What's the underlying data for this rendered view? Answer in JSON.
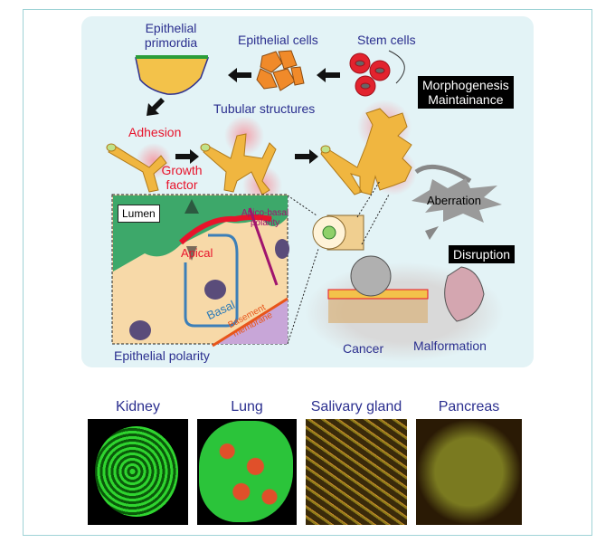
{
  "diagram": {
    "labels": {
      "epithelial_primordia": [
        "Epithelial",
        "primordia"
      ],
      "epithelial_cells": "Epithelial cells",
      "stem_cells": "Stem cells",
      "morphogenesis": [
        "Morphogenesis",
        "Maintainance"
      ],
      "tubular_structures": "Tubular structures",
      "adhesion": "Adhesion",
      "growth_factor": [
        "Growth",
        "factor"
      ],
      "lumen": "Lumen",
      "apical": "Apical",
      "basal": "Basal",
      "apico_basal_polarity": [
        "Apico-basal",
        "polarity"
      ],
      "basement_membrane": [
        "Basement",
        "membrane"
      ],
      "epithelial_polarity": "Epithelial polarity",
      "aberration": "Aberration",
      "disruption": "Disruption",
      "cancer": "Cancer",
      "malformation": "Malformation"
    }
  },
  "micrographs": [
    {
      "label": "Kidney"
    },
    {
      "label": "Lung"
    },
    {
      "label": "Salivary gland"
    },
    {
      "label": "Pancreas"
    }
  ],
  "colors": {
    "panel": "#e3f3f6",
    "text_blue": "#2b2f8f",
    "text_red": "#e8132b",
    "tube": "#f0b640"
  }
}
